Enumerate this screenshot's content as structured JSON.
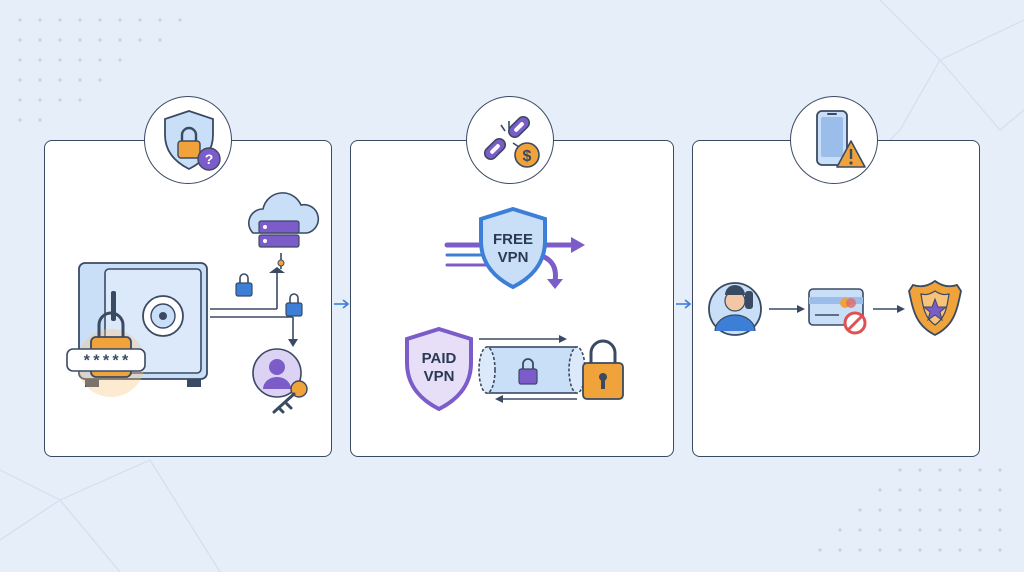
{
  "panel1": {
    "password_mask": "*****"
  },
  "panel2": {
    "free_label_line1": "FREE",
    "free_label_line2": "VPN",
    "paid_label_line1": "PAID",
    "paid_label_line2": "VPN"
  },
  "colors": {
    "background": "#e6eef9",
    "outline": "#3a4a63",
    "blue": "#3d7fd6",
    "purple": "#7b5cc9",
    "orange": "#f0a23b",
    "light_blue": "#c9dff7"
  },
  "icons": {
    "badge1": "shield-lock-question-icon",
    "badge2": "broken-chain-dollar-icon",
    "badge3": "phone-warning-icon",
    "panel1": [
      "safe-icon",
      "padlock-icon",
      "password-field-icon",
      "cloud-server-icon",
      "user-key-icon",
      "small-lock-icon"
    ],
    "panel2": [
      "free-vpn-shield-icon",
      "paid-vpn-shield-icon",
      "encrypted-tunnel-icon",
      "padlock-icon"
    ],
    "panel3": [
      "caller-icon",
      "credit-card-blocked-icon",
      "police-badge-icon"
    ]
  }
}
